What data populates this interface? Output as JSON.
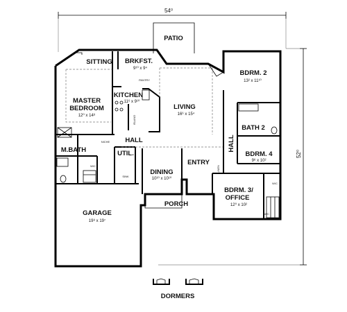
{
  "dimensions": {
    "width": "54⁰",
    "depth": "52⁰"
  },
  "rooms": {
    "patio": "PATIO",
    "sitting": "SITTING",
    "brkfst": {
      "name": "BRKFST.",
      "size": "9¹⁰ x 9⁴"
    },
    "master_bedroom": {
      "name_line1": "MASTER",
      "name_line2": "BEDROOM",
      "size": "12⁰ x 14⁸"
    },
    "kitchen": {
      "name": "KITCHEN",
      "size": "11⁶ x 9¹⁰"
    },
    "living": {
      "name": "LIVING",
      "size": "16⁶ x 15⁴"
    },
    "bdrm2": {
      "name": "BDRM. 2",
      "size": "13² x 11¹⁰"
    },
    "bath2": "BATH 2",
    "hall_main": "HALL",
    "hall_side": "HALL",
    "mbath": "M.BATH",
    "util": "UTIL.",
    "dining": {
      "name": "DINING",
      "size": "10¹⁰ x 10¹⁰"
    },
    "entry": "ENTRY",
    "bdrm4": {
      "name": "BDRM. 4",
      "size": "9⁸ x 10²"
    },
    "bdrm3": {
      "name_line1": "BDRM. 3/",
      "name_line2": "OFFICE",
      "size": "12⁰ x 10²"
    },
    "porch": "PORCH",
    "garage": {
      "name": "GARAGE",
      "size": "19⁸ x 19⁷"
    }
  },
  "small_labels": {
    "pantry": "PANTRY",
    "island": "ISLAND",
    "niche": "NICHE",
    "wic_master": "W/C",
    "sink": "SINK",
    "linen": "LINEN",
    "wc_bdrm3": "W/C",
    "wic_bdrm3": "W/C"
  },
  "dormers": "DORMERS"
}
